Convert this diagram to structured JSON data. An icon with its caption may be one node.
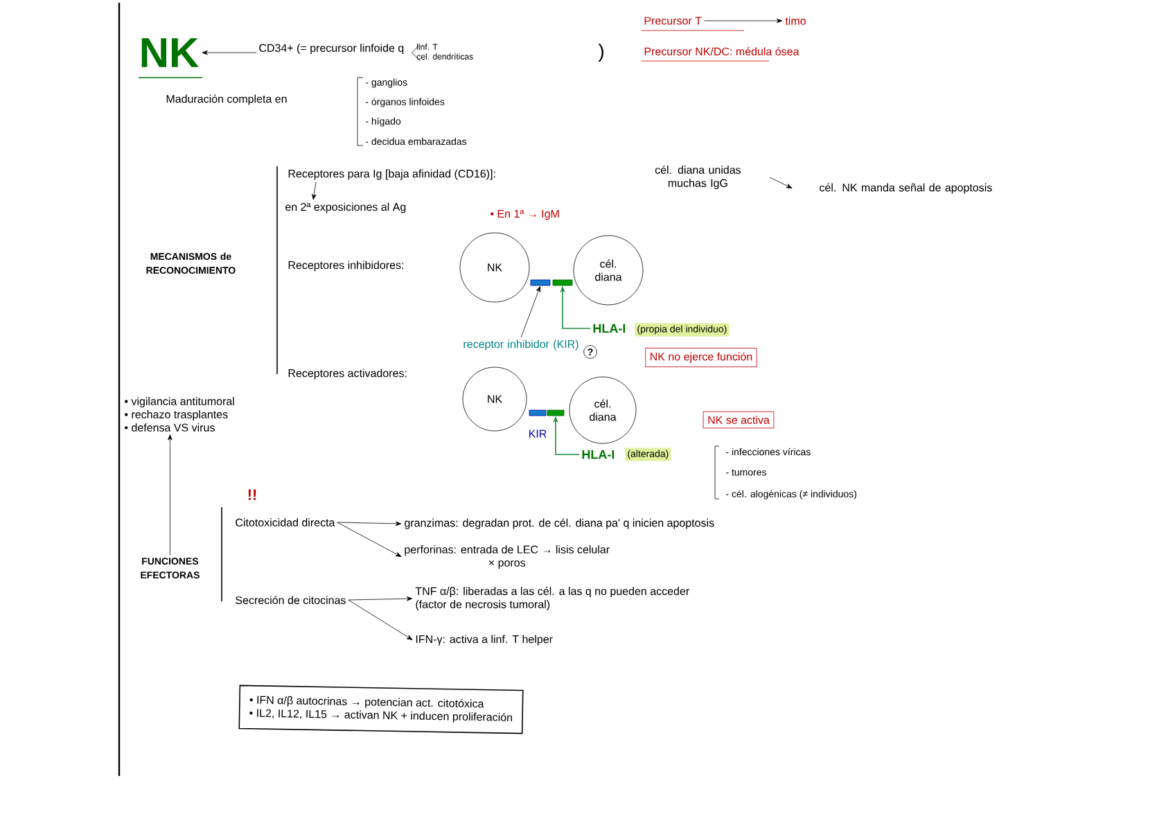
{
  "diagram": {
    "nodes": [
      {
        "text": [
          "NK"
        ]
      },
      {
        "text": [
          "CD34+ (= precursor linfoide q",
          "linf. T",
          "cel. dendríticas"
        ]
      },
      {
        "text": [
          "Precursor T"
        ]
      },
      {
        "text": [
          "timo"
        ]
      },
      {
        "text": [
          "MECANISMOS de RECONOCIMIENTO"
        ]
      },
      {
        "text": [
          "Receptores para Ig [baja afinidad (CD16)]:"
        ]
      },
      {
        "text": [
          "cél. diana unidas muchas IgG"
        ]
      },
      {
        "text": [
          "cél. NK manda señal de apoptosis"
        ]
      },
      {
        "text": [
          "en 2ª exposiciones al Ag"
        ]
      },
      {
        "text": [
          "Receptores inhibidores:"
        ]
      },
      {
        "text": [
          "NK"
        ]
      },
      {
        "text": [],
        "shape": "bar"
      },
      {
        "text": [],
        "shape": "bar"
      },
      {
        "text": [
          "cél. diana"
        ]
      },
      {
        "text": [
          "HLA-I"
        ],
        "beside": [
          "(propia del individuo)"
        ]
      },
      {
        "text": [
          "receptor inhibidor (KIR)"
        ]
      },
      {
        "text": [
          "NK no ejerce función"
        ]
      },
      {
        "text": [
          "Receptores activadores:"
        ]
      },
      {
        "text": [
          "NK"
        ]
      },
      {
        "text": [],
        "shape": "bar"
      },
      {
        "text": [],
        "shape": "bar"
      },
      {
        "text": [
          "cél. diana"
        ]
      },
      {
        "text": [
          "NK se activa"
        ]
      },
      {
        "text": [
          "HLA-I"
        ]
      },
      {
        "text": [
          "• vigilancia antitumoral",
          "• rechazo trasplantes",
          "• defensa VS virus"
        ]
      },
      {
        "text": [
          "FUNCIONES EFECTORAS"
        ]
      },
      {
        "text": [
          "Citotoxicidad directa"
        ]
      },
      {
        "text": [
          "granzimas: degradan prot. de cél. diana pa' q inicien apoptosis"
        ]
      },
      {
        "text": [
          "perforinas: entrada de LEC → lisis celular",
          "× poros"
        ]
      },
      {
        "text": [
          "Secreción de citocinas"
        ]
      },
      {
        "text": [
          "TNF α/β: liberadas a las cél. a las q no pueden acceder",
          "(factor de necrosis tumoral)"
        ]
      },
      {
        "text": [
          "IFN-γ: activa a linf. T helper"
        ]
      },
      {
        "text": [
          "• IFN α/β autocrinas → potencian act. citotóxica",
          "• IL2, IL12, IL15 → activan NK + inducen proliferación"
        ]
      }
    ],
    "edges": [
      {
        "from": 1,
        "to": 0,
        "arrow": "to"
      },
      {
        "from": 2,
        "to": 3,
        "arrow": "to"
      },
      {
        "from": 6,
        "to": 7,
        "arrow": "to"
      },
      {
        "from": 5,
        "to": 8,
        "arrow": "to"
      },
      {
        "from": 15,
        "to": 11,
        "arrow": "to"
      },
      {
        "from": 14,
        "to": 12,
        "arrow": "to",
        "color": "#1e8a3c"
      },
      {
        "from": 23,
        "to": 20,
        "arrow": "to",
        "color": "#1e8a3c"
      },
      {
        "from": 25,
        "to": 24,
        "arrow": "to"
      },
      {
        "from": 26,
        "to": 27,
        "arrow": "to"
      },
      {
        "from": 26,
        "to": 28,
        "arrow": "to"
      },
      {
        "from": 29,
        "to": 30,
        "arrow": "to"
      },
      {
        "from": 29,
        "to": 31,
        "arrow": "to"
      }
    ],
    "labels": [
      ")",
      "Precursor NK/DC: médula ósea",
      "Maduración completa en",
      "- ganglios",
      "- órganos linfoides",
      "- hígado",
      "- decidua embarazadas",
      "• En 1ª → IgM",
      "?",
      "KIR",
      "(alterada)",
      "- infecciones víricas",
      "- tumores",
      "- cél. alogénicas (≠ individuos)",
      "!!"
    ]
  }
}
